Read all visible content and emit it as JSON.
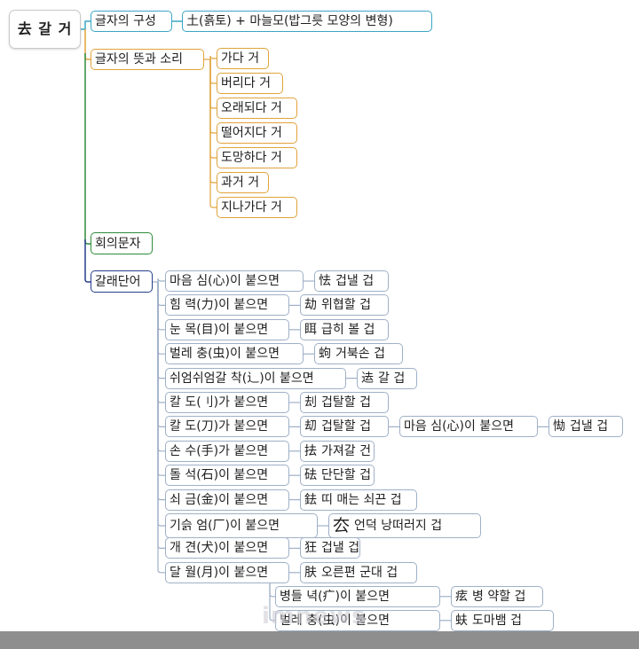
{
  "root": "去 갈 거",
  "composition": {
    "label": "글자의 구성",
    "value": "土(흙토) + 마늘모(밥그릇 모양의 변형)"
  },
  "meaning": {
    "label": "글자의 뜻과 소리",
    "items": [
      "가다 거",
      "버리다 거",
      "오래되다 거",
      "떨어지다 거",
      "도망하다 거",
      "과거 거",
      "지나가다 거"
    ]
  },
  "formation": {
    "label": "회의문자"
  },
  "derived": {
    "label": "갈래단어",
    "rows": [
      {
        "radical": "마음 심(心)이 붙으면",
        "char": "怯",
        "reading": "겁낼 겁"
      },
      {
        "radical": "힘 력(力)이 붙으면",
        "char": "劫",
        "reading": "위협할 겁"
      },
      {
        "radical": "눈 목(目)이 붙으면",
        "char": "眲",
        "reading": "급히 볼 겁"
      },
      {
        "radical": "벌레 충(虫)이 붙으면",
        "char": "蚼",
        "reading": "거북손 겁"
      },
      {
        "radical": "쉬엄쉬엄갈 착(辶)이 붙으면",
        "char": "迲",
        "reading": "갈 겁"
      },
      {
        "radical": "칼 도(刂)가 붙으면",
        "char": "刦",
        "reading": "겁탈할 겁"
      },
      {
        "radical": "칼 도(刀)가 붙으면",
        "char": "刧",
        "reading": "겁탈할 겁",
        "sub": {
          "radical": "마음 심(心)이 붙으면",
          "char": "㤼",
          "reading": "겁낼 겁"
        }
      },
      {
        "radical": "손 수(手)가 붙으면",
        "char": "抾",
        "reading": "가져갈 건"
      },
      {
        "radical": "돌 석(石)이 붙으면",
        "char": "砝",
        "reading": "단단할 겁"
      },
      {
        "radical": "쇠 금(金)이 붙으면",
        "char": "鉣",
        "reading": "띠 매는 쇠끈 겁"
      },
      {
        "radical": "기슭 엄(厂)이 붙으면",
        "char": "厺",
        "reading": "언덕 낭떠러지 겁"
      },
      {
        "radical": "개 견(犬)이 붙으면",
        "char": "狂",
        "reading": "겁낼 겁"
      },
      {
        "radical": "달 월(月)이 붙으면",
        "char": "肤",
        "reading": "오른편 군대 겁",
        "subs": [
          {
            "radical": "병들 녁(疒)이 붙으면",
            "char": "痃",
            "reading": "병 약할 겁"
          },
          {
            "radical": "벌레 충(虫)이 붙으면",
            "char": "蚨",
            "reading": "도마뱀 겁"
          }
        ]
      }
    ]
  },
  "watermark": "imnews"
}
